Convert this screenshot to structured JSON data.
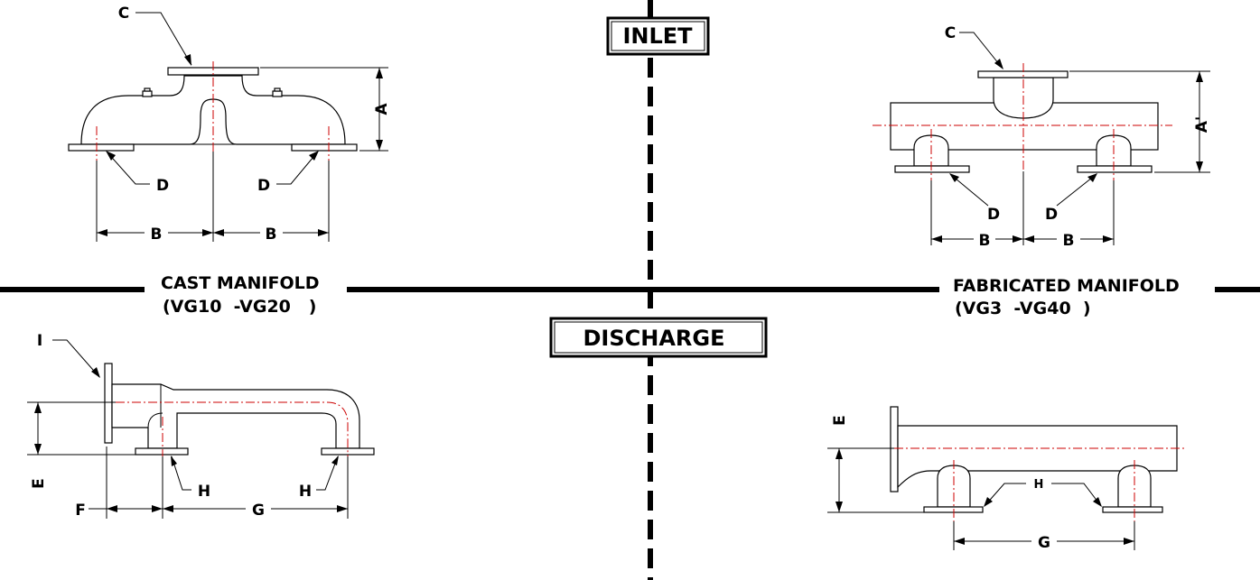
{
  "sections": {
    "inlet": "INLET",
    "discharge": "DISCHARGE"
  },
  "cast_manifold": {
    "title": "CAST MANIFOLD",
    "models": "(VG10  -VG20   )",
    "inlet_labels": {
      "c": "C",
      "a": "A",
      "d_left": "D",
      "d_right": "D",
      "b_left": "B",
      "b_right": "B"
    },
    "discharge_labels": {
      "i": "I",
      "e": "E",
      "h_left": "H",
      "h_right": "H",
      "f": "F",
      "g": "G"
    }
  },
  "fabricated_manifold": {
    "title": "FABRICATED MANIFOLD",
    "models": "(VG3  -VG40  )",
    "inlet_labels": {
      "c": "C",
      "a_prime": "A'",
      "d_left": "D",
      "d_right": "D",
      "b_left": "B",
      "b_right": "B"
    },
    "discharge_labels": {
      "e": "E",
      "h": "H",
      "g": "G"
    }
  },
  "colors": {
    "line": "#000000",
    "centerline": "#cc0000",
    "background": "#ffffff"
  }
}
